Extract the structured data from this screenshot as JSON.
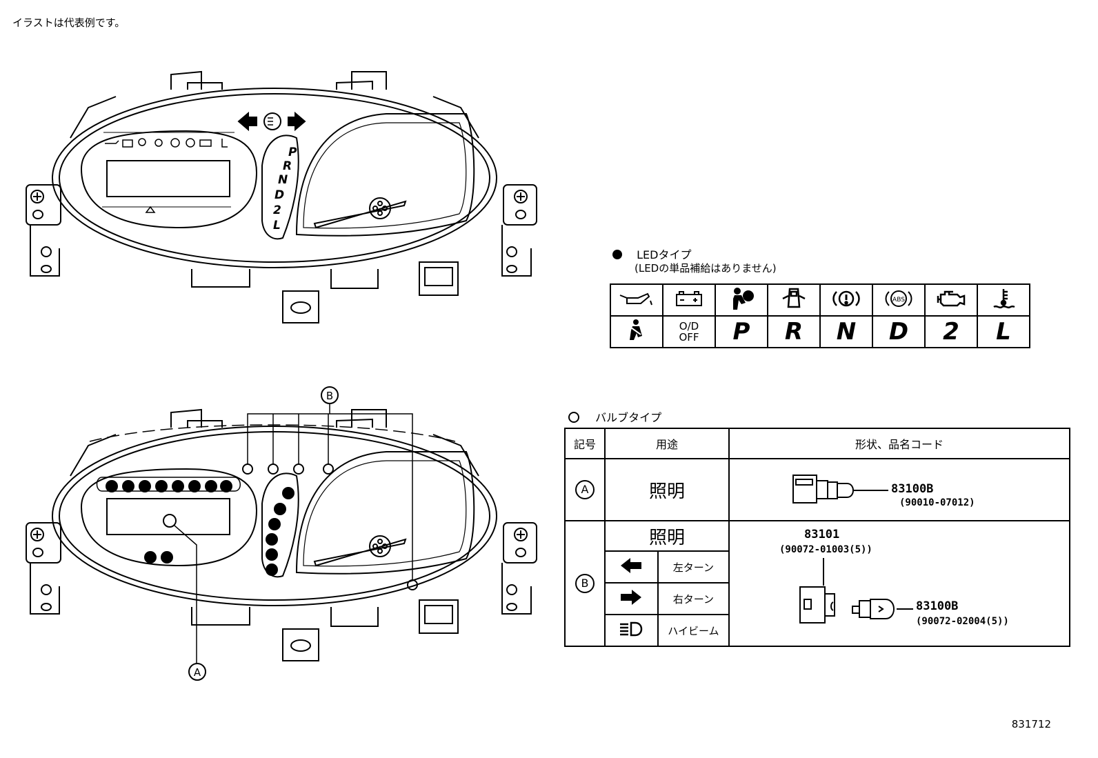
{
  "header_note": "イラストは代表例です。",
  "figure_code": "831712",
  "led_section": {
    "title": "LEDタイプ",
    "subtitle": "(LEDの単品補給はありません)",
    "row1_icons": [
      "oil-pressure-icon",
      "battery-charge-icon",
      "airbag-icon",
      "door-open-icon",
      "brake-warning-icon",
      "abs-icon",
      "check-engine-icon",
      "coolant-temp-icon"
    ],
    "row2_first_icon": "seatbelt-icon",
    "row2_od_top": "O/D",
    "row2_od_bottom": "OFF",
    "gear_letters": [
      "P",
      "R",
      "N",
      "D",
      "2",
      "L"
    ]
  },
  "bulb_section": {
    "title": "バルブタイプ",
    "col_symbol": "記号",
    "col_use": "用途",
    "col_shape": "形状、品名コード",
    "row_a": {
      "symbol": "A",
      "use": "照明",
      "part": "83100B",
      "subpart": "(90010-07012)"
    },
    "row_b": {
      "symbol": "B",
      "use": "照明",
      "left_turn": "左ターン",
      "right_turn": "右ターン",
      "high_beam": "ハイビーム",
      "part_socket": "83101",
      "part_socket_sub": "(90072-01003(5))",
      "part_bulb": "83100B",
      "part_bulb_sub": "(90072-02004(5))"
    }
  },
  "callouts": {
    "a": "A",
    "b": "B"
  },
  "gauge_letters": [
    "P",
    "R",
    "N",
    "D",
    "2",
    "L"
  ],
  "warning_label_od": "O/D OFF"
}
